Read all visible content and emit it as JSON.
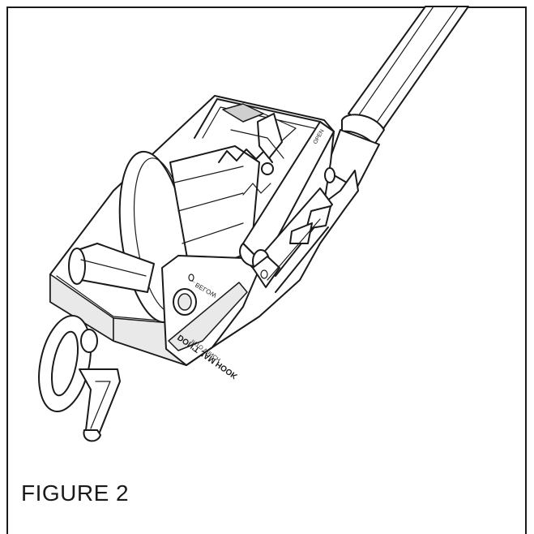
{
  "figure": {
    "caption": "FIGURE 2",
    "plate_text_line1": "DON'T JAM HOOK",
    "plate_text_line2": "INTO WINCH",
    "handle_text": "←BELOW",
    "lever_text": "OPEN"
  },
  "colors": {
    "line": "#1a1a1a",
    "background": "#ffffff",
    "shade": "#e9e9e9"
  }
}
